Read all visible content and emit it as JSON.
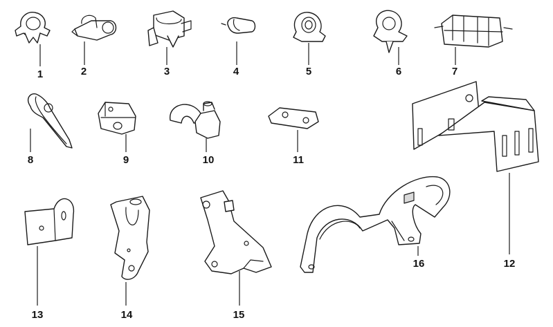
{
  "diagram": {
    "parts": [
      {
        "id": "p1",
        "label": "1"
      },
      {
        "id": "p2",
        "label": "2"
      },
      {
        "id": "p3",
        "label": "3"
      },
      {
        "id": "p4",
        "label": "4"
      },
      {
        "id": "p5",
        "label": "5"
      },
      {
        "id": "p6",
        "label": "6"
      },
      {
        "id": "p7",
        "label": "7"
      },
      {
        "id": "p8",
        "label": "8"
      },
      {
        "id": "p9",
        "label": "9"
      },
      {
        "id": "p10",
        "label": "10"
      },
      {
        "id": "p11",
        "label": "11"
      },
      {
        "id": "p12",
        "label": "12"
      },
      {
        "id": "p13",
        "label": "13"
      },
      {
        "id": "p14",
        "label": "14"
      },
      {
        "id": "p15",
        "label": "15"
      },
      {
        "id": "p16",
        "label": "16"
      }
    ]
  }
}
